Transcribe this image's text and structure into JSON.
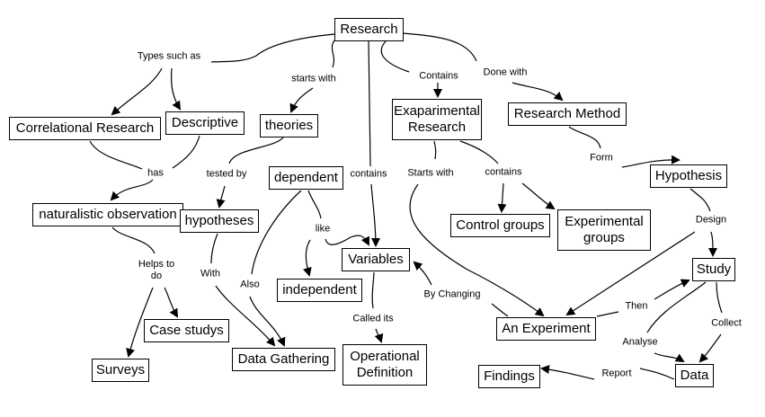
{
  "diagram": {
    "type": "concept-map",
    "nodes": [
      {
        "id": "research",
        "label": "Research"
      },
      {
        "id": "correlational",
        "label": "Correlational Research"
      },
      {
        "id": "descriptive",
        "label": "Descriptive"
      },
      {
        "id": "theories",
        "label": "theories"
      },
      {
        "id": "exp_research",
        "label": "Exaparimental\nResearch"
      },
      {
        "id": "research_method",
        "label": "Research Method"
      },
      {
        "id": "hypothesis",
        "label": "Hypothesis"
      },
      {
        "id": "naturalistic",
        "label": "naturalistic observation"
      },
      {
        "id": "hypotheses",
        "label": "hypotheses"
      },
      {
        "id": "dependent",
        "label": "dependent"
      },
      {
        "id": "variables",
        "label": "Variables"
      },
      {
        "id": "independent",
        "label": "independent"
      },
      {
        "id": "control",
        "label": "Control groups"
      },
      {
        "id": "exp_groups",
        "label": "Experimental\ngroups"
      },
      {
        "id": "study",
        "label": "Study"
      },
      {
        "id": "an_experiment",
        "label": "An Experiment"
      },
      {
        "id": "case_studys",
        "label": "Case studys"
      },
      {
        "id": "surveys",
        "label": "Surveys"
      },
      {
        "id": "data_gathering",
        "label": "Data Gathering"
      },
      {
        "id": "op_def",
        "label": "Operational\nDefinition"
      },
      {
        "id": "findings",
        "label": "Findings"
      },
      {
        "id": "data",
        "label": "Data"
      }
    ],
    "links": [
      {
        "id": "types_such_as",
        "label": "Types such as",
        "from": "research",
        "to": [
          "correlational",
          "descriptive"
        ]
      },
      {
        "id": "starts_with",
        "label": "starts with",
        "from": "research",
        "to": [
          "theories"
        ]
      },
      {
        "id": "contains_exp",
        "label": "Contains",
        "from": "research",
        "to": [
          "exp_research"
        ]
      },
      {
        "id": "done_with",
        "label": "Done with",
        "from": "research",
        "to": [
          "research_method"
        ]
      },
      {
        "id": "contains_var",
        "label": "contains",
        "from": "research",
        "to": [
          "variables"
        ]
      },
      {
        "id": "has",
        "label": "has",
        "from": "correlational+descriptive",
        "to": [
          "naturalistic"
        ]
      },
      {
        "id": "tested_by",
        "label": "tested by",
        "from": "theories",
        "to": [
          "hypotheses"
        ]
      },
      {
        "id": "form",
        "label": "Form",
        "from": "research_method",
        "to": [
          "hypothesis"
        ]
      },
      {
        "id": "starts_with_exp",
        "label": "Starts with",
        "from": "exp_research",
        "to": [
          "an_experiment"
        ]
      },
      {
        "id": "contains_groups",
        "label": "contains",
        "from": "exp_research",
        "to": [
          "control",
          "exp_groups"
        ]
      },
      {
        "id": "design",
        "label": "Design",
        "from": "hypothesis",
        "to": [
          "study",
          "an_experiment"
        ]
      },
      {
        "id": "like",
        "label": "like",
        "from": "dependent",
        "to": [
          "independent",
          "variables"
        ]
      },
      {
        "id": "also",
        "label": "Also",
        "from": "dependent",
        "to": [
          "data_gathering"
        ]
      },
      {
        "id": "with",
        "label": "With",
        "from": "hypotheses",
        "to": [
          "data_gathering"
        ]
      },
      {
        "id": "helps_to_do",
        "label": "Helps to\ndo",
        "from": "naturalistic",
        "to": [
          "surveys",
          "case_studys"
        ]
      },
      {
        "id": "called_its",
        "label": "Called its",
        "from": "variables",
        "to": [
          "op_def"
        ]
      },
      {
        "id": "by_changing",
        "label": "By Changing",
        "from": "an_experiment",
        "to": [
          "variables"
        ]
      },
      {
        "id": "then",
        "label": "Then",
        "from": "an_experiment",
        "to": [
          "study"
        ]
      },
      {
        "id": "collect",
        "label": "Collect",
        "from": "study",
        "to": [
          "data"
        ]
      },
      {
        "id": "analyse",
        "label": "Analyse",
        "from": "study",
        "to": [
          "data"
        ]
      },
      {
        "id": "report",
        "label": "Report",
        "from": "data",
        "to": [
          "findings"
        ]
      }
    ]
  }
}
